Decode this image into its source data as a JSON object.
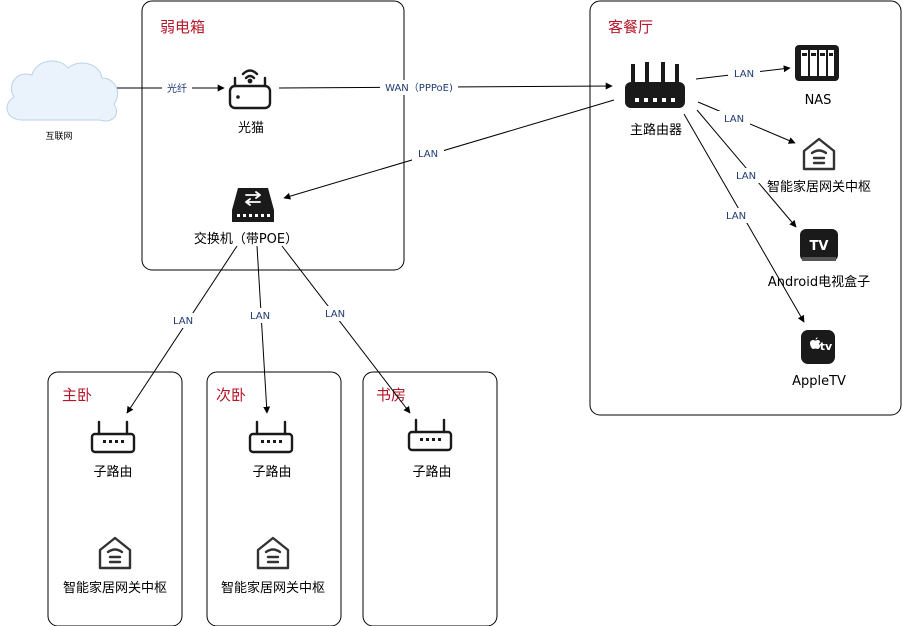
{
  "colors": {
    "room_title": "#b5172a",
    "stroke": "#000000",
    "edge_label": "#1f3a73",
    "device": "#1a1a1a"
  },
  "nodes": {
    "internet": "互联网",
    "modem": "光猫",
    "switch": "交换机（带POE）",
    "main_router": "主路由器",
    "nas": "NAS",
    "hub_living": "智能家居网关中枢",
    "android_tv": "Android电视盒子",
    "apple_tv": "AppleTV",
    "router_master": "子路由",
    "hub_master": "智能家居网关中枢",
    "router_second": "子路由",
    "hub_second": "智能家居网关中枢",
    "router_study": "子路由"
  },
  "rooms": {
    "weak_box": "弱电箱",
    "living": "客餐厅",
    "master": "主卧",
    "second": "次卧",
    "study": "书房"
  },
  "edges": {
    "fiber": "光纤",
    "wan": "WAN（PPPoE)",
    "lan_switch": "LAN",
    "lan_nas": "LAN",
    "lan_hub": "LAN",
    "lan_android": "LAN",
    "lan_apple": "LAN",
    "lan_master": "LAN",
    "lan_second": "LAN",
    "lan_study": "LAN"
  },
  "icons": {
    "internet": "cloud-icon",
    "modem": "modem-icon",
    "switch": "switch-icon",
    "main_router": "router-icon",
    "nas": "nas-icon",
    "hub": "home-hub-icon",
    "android_tv": "tv-box-icon",
    "apple_tv": "apple-tv-icon",
    "sub_router": "router-icon"
  },
  "apple_tv_badge": "tv",
  "android_tv_badge": "TV"
}
